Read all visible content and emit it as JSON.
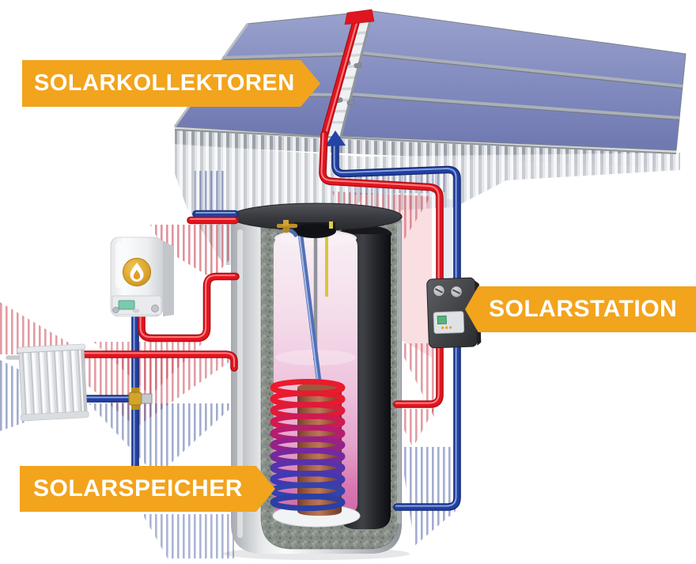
{
  "labels": {
    "collectors": "SOLARKOLLEKTOREN",
    "station": "SOLARSTATION",
    "storage": "SOLARSPEICHER"
  },
  "colors": {
    "banner_orange": "#F2A41C",
    "label_text_white": "#FFFFFF",
    "pipe_hot_red": "#E2141F",
    "pipe_cold_blue": "#2040A2",
    "panel_blue": "#7781B6",
    "tank_insulation_gray_green": "#878E87",
    "coil_copper_brown": "#A96648",
    "boiler_flame_gold": "#DDA42E"
  },
  "components": [
    "solar-collectors",
    "collector-manifold",
    "solar-station",
    "storage-tank",
    "heat-exchanger-coil",
    "gas-boiler",
    "radiator",
    "shut-off-valve",
    "hot-supply-pipes",
    "cold-return-pipes"
  ]
}
